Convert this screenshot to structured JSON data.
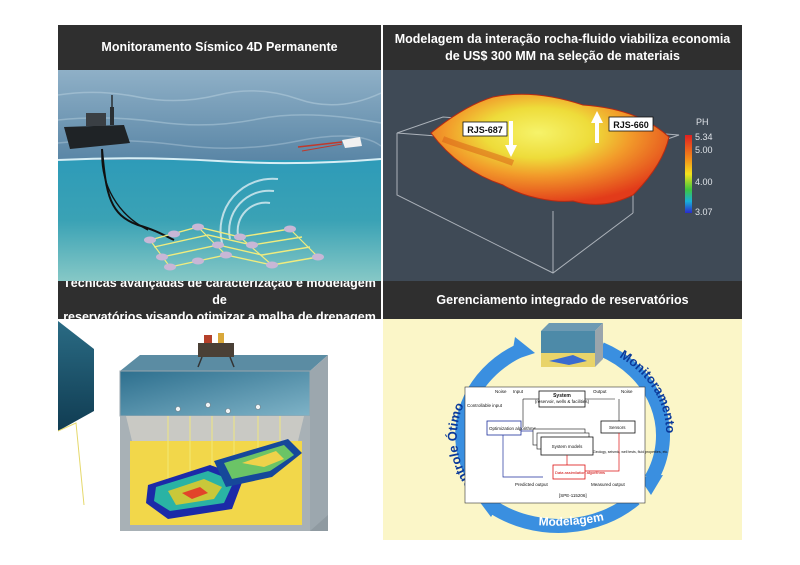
{
  "panels": {
    "top_left": {
      "title": "Monitoramento Sísmico 4D Permanente"
    },
    "top_right": {
      "title_line1": "Modelagem da interação rocha-fluido viabiliza economia",
      "title_line2": "de US$ 300 MM na seleção de materiais",
      "well_labels": [
        "RJS-687",
        "RJS-660"
      ],
      "legend": {
        "title": "PH",
        "ticks": [
          "5.34",
          "5.00",
          "4.00",
          "3.07"
        ]
      }
    },
    "bottom_left": {
      "title_line1": "Técnicas avançadas de caracterização e modelagem de",
      "title_line2": "reservatórios visando otimizar a malha de drenagem"
    },
    "bottom_right": {
      "title": "Gerenciamento integrado de reservatórios",
      "cycle_labels": [
        "Controle Ótimo",
        "Monitoramento",
        "Modelagem"
      ],
      "diagram_labels": {
        "system": "System",
        "system_sub": "(reservoir, wells & facilities)",
        "input": "Input",
        "output": "Output",
        "noise_left": "Noise",
        "noise_right": "Noise",
        "controllable": "Controllable input",
        "sensors": "Sensors",
        "optimization": "Optimization algorithms",
        "system_models": "System models",
        "data_assimilation": "Data assimilation algorithms",
        "predicted_output": "Predicted output",
        "measured_output": "Measured output",
        "geology": "Geology, seismic, well tests, fluid properties, etc.",
        "ref": "[SPE-115206]"
      }
    }
  }
}
